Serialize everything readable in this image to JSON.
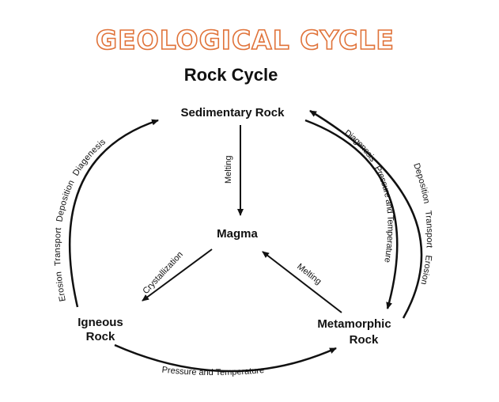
{
  "slide_title": "GEOLOGICAL CYCLE",
  "diagram_title": "Rock Cycle",
  "colors": {
    "title_outline": "#e0733a",
    "lines": "#111111"
  },
  "nodes": {
    "sedimentary": "Sedimentary Rock",
    "magma": "Magma",
    "igneous_line1": "Igneous",
    "igneous_line2": "Rock",
    "metamorphic_line1": "Metamorphic",
    "metamorphic_line2": "Rock"
  },
  "labels": {
    "melting_top": "Melting",
    "crystallization": "Crystallization",
    "melting_right": "Melting",
    "pressure_temp_bottom": "Pressure and Temperature",
    "left_arc": [
      "Erosion",
      "Transport",
      "Deposition",
      "Diagenesis"
    ],
    "right_inner": [
      "Diagenesis",
      "Pressure and Temperature"
    ],
    "right_outer": [
      "Deposition",
      "Transport",
      "Erosion"
    ]
  }
}
